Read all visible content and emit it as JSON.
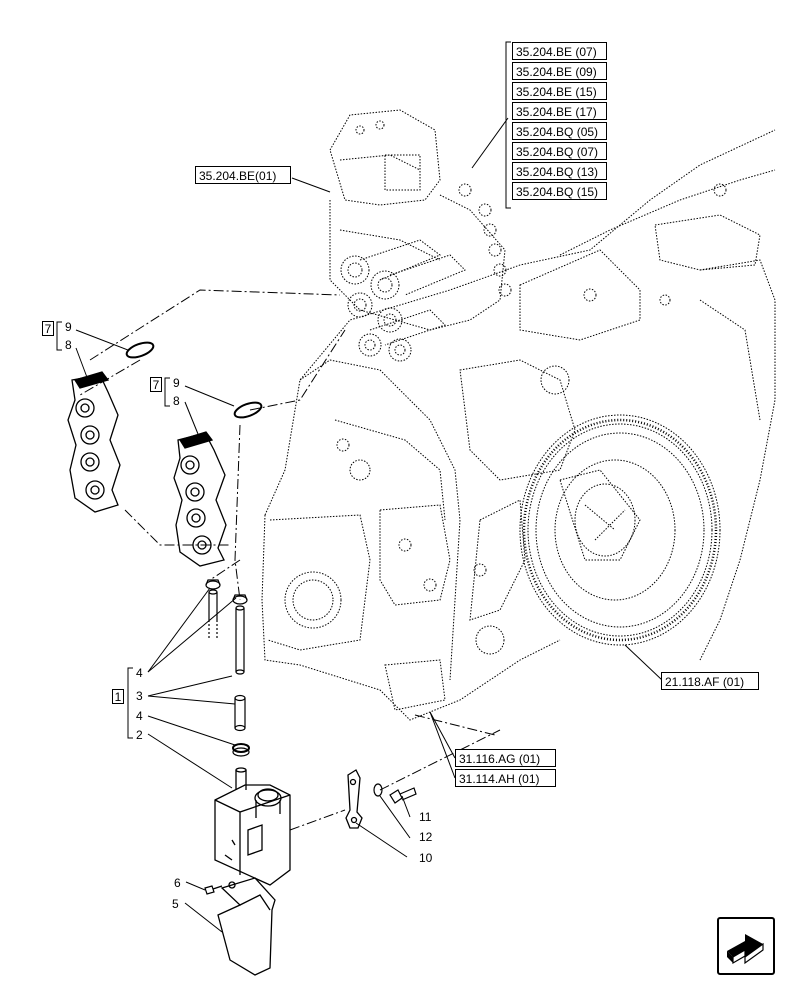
{
  "refs": {
    "group_top": [
      "35.204.BE (07)",
      "35.204.BE (09)",
      "35.204.BE (15)",
      "35.204.BE (17)",
      "35.204.BQ (05)",
      "35.204.BQ (07)",
      "35.204.BQ (13)",
      "35.204.BQ (15)"
    ],
    "valve_ref": "35.204.BE(01)",
    "flywheel_ref": "21.118.AF (01)",
    "housing_ref_1": "31.116.AG (01)",
    "housing_ref_2": "31.114.AH (01)"
  },
  "callouts": {
    "c1": "1",
    "c2": "2",
    "c3": "3",
    "c4a": "4",
    "c4b": "4",
    "c5": "5",
    "c6": "6",
    "c7a": "7",
    "c7b": "7",
    "c8a": "8",
    "c8b": "8",
    "c9a": "9",
    "c9b": "9",
    "c10": "10",
    "c11": "11",
    "c12": "12"
  },
  "nav": {
    "icon": "next-page-arrow-icon"
  }
}
